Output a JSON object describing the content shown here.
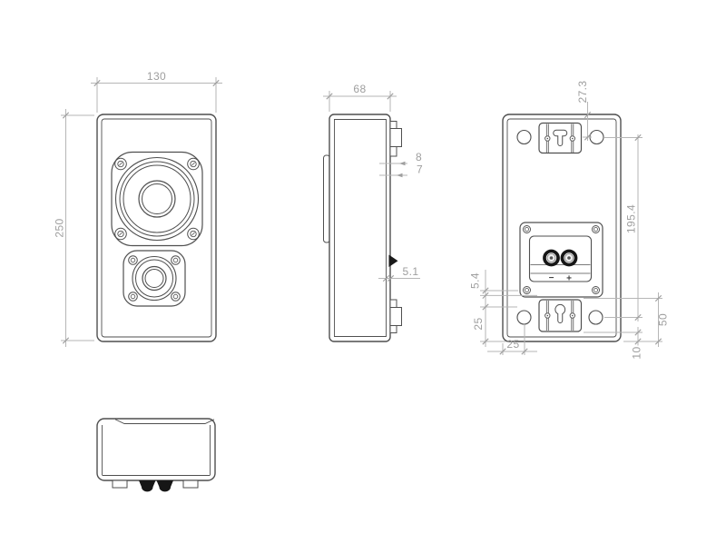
{
  "page": {
    "background": "#ffffff"
  },
  "drawing": {
    "type": "technical-drawing",
    "subject": "wall-mount loudspeaker, four orthographic views with dimensions",
    "colors": {
      "outline": "#4f4f4f",
      "dimension_line": "#b6b6b6",
      "dimension_text": "#9e9e9e",
      "terminal_black": "#161616"
    },
    "views": {
      "front": {
        "label": "front-view",
        "dims": {
          "width": "130",
          "height": "250"
        }
      },
      "side": {
        "label": "side-view",
        "dims": {
          "depth": "68",
          "bracket_offset_outer": "8",
          "bracket_offset_inner": "7",
          "back_panel_recess": "5.1"
        }
      },
      "back": {
        "label": "back-view",
        "dims": {
          "keyhole_center_from_top": "27.3",
          "keyhole_center_spacing": "195.4",
          "plate_to_bracket_gap": "5.4",
          "hole_center_from_bottom": "25",
          "hole_center_from_side": "25",
          "bracket_height": "50",
          "bracket_to_bottom": "10"
        },
        "terminal": {
          "negative": "−",
          "positive": "+"
        }
      },
      "bottom": {
        "label": "bottom-view"
      }
    }
  }
}
